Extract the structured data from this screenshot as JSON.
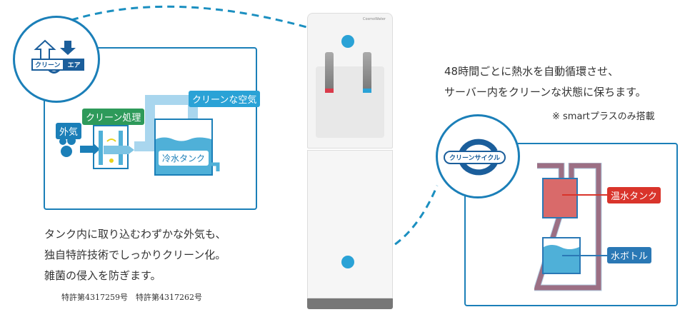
{
  "left": {
    "badge": {
      "left": "クリーン",
      "right": "エア"
    },
    "labels": {
      "outside_air": "外気",
      "clean_process": "クリーン処理",
      "clean_air": "クリーンな空気",
      "cold_tank": "冷水タンク"
    },
    "text": [
      "タンク内に取り込むわずかな外気も、",
      "独自特許技術でしっかりクリーン化。",
      "雑菌の侵入を防ぎます。"
    ],
    "patents": "特許第4317259号　特許第4317262号"
  },
  "right": {
    "text": [
      "48時間ごとに熱水を自動循環させ、",
      "サーバー内をクリーンな状態に保ちます。"
    ],
    "note": "※ smartプラスのみ搭載",
    "badge": "クリーンサイクル",
    "labels": {
      "hot_tank": "温水タンク",
      "water_bottle": "水ボトル"
    }
  },
  "server": {
    "brand": "CosmoWater"
  },
  "colors": {
    "blue": "#1b7fb8",
    "light_blue": "#4fb0d8",
    "green": "#2e9a5a",
    "red": "#d9342b",
    "pink": "#d96a6a",
    "bottle_blue": "#2a78b5"
  }
}
